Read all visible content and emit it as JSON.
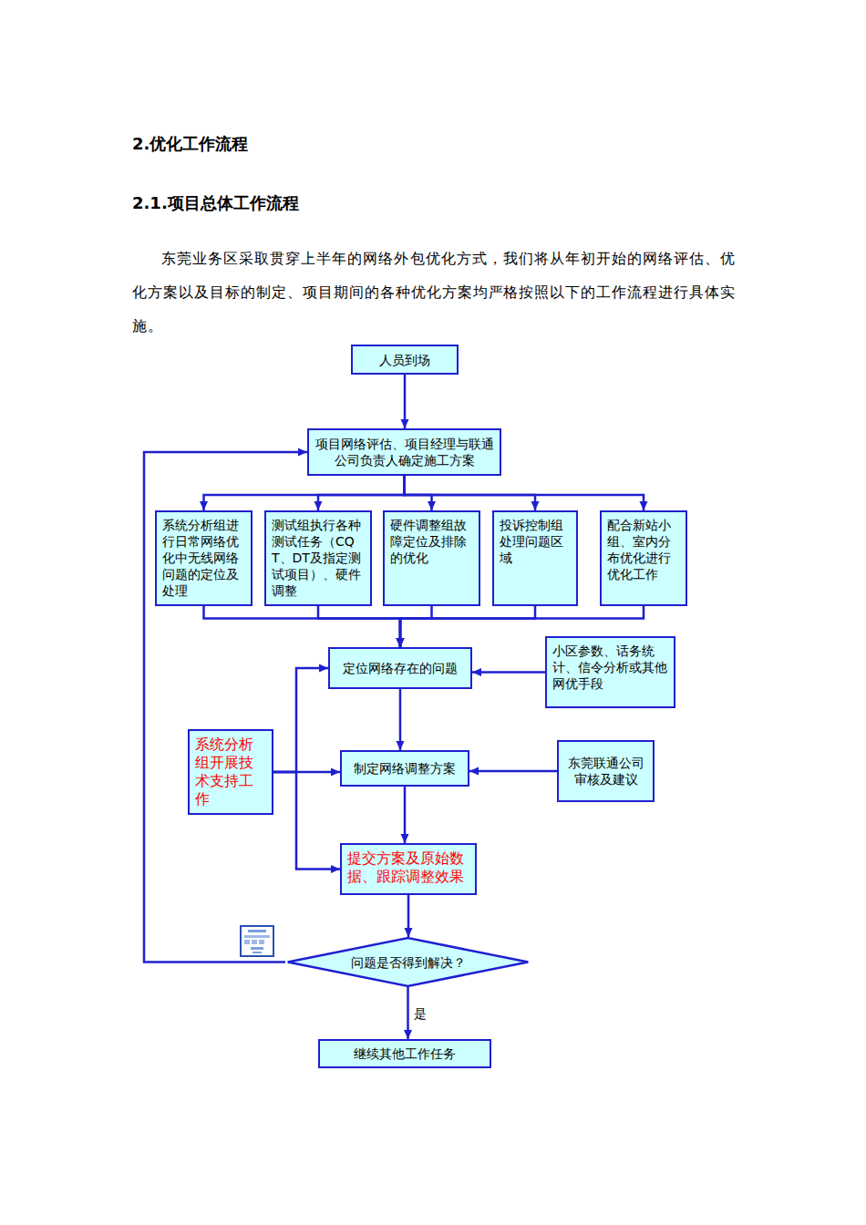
{
  "diagram": {
    "title": "2.优化工作流程",
    "nodes": [
      {
        "text": [
          "人员到场"
        ]
      },
      {
        "text": [
          "项目网络评估、项目经理与联通公司负责人确定施工方案"
        ]
      },
      {
        "text": [
          "系统分析组进行日常网络优化中无线网络问题的定位及处理"
        ]
      },
      {
        "text": [
          "测试组执行各种测试任务（CQT、DT及指定测试项目）、硬件调整"
        ]
      },
      {
        "text": [
          "硬件调整组故障定位及排除的优化"
        ]
      },
      {
        "text": [
          "投诉控制组处理问题区域"
        ]
      },
      {
        "text": [
          "配合新站小组、室内分布优化进行优化工作"
        ]
      },
      {
        "text": [
          "定位网络存在的问题"
        ]
      },
      {
        "text": [
          "小区参数、话务统计、信令分析或其他网优手段"
        ]
      },
      {
        "text": [
          "系统分析组开展技术支持工作"
        ]
      },
      {
        "text": [
          "制定网络调整方案"
        ]
      },
      {
        "text": [
          "东莞联通公司审核及建议"
        ]
      },
      {
        "text": [
          "提交方案及原始数据、跟踪调整效果"
        ]
      },
      {
        "text": [
          "问题是否得到解决？"
        ]
      },
      {
        "text": [
          "继续其他工作任务"
        ]
      }
    ],
    "edges": [
      {
        "from": 0,
        "to": 1,
        "arrow": "to"
      },
      {
        "from": 1,
        "to": 2,
        "arrow": "to"
      },
      {
        "from": 1,
        "to": 3,
        "arrow": "to"
      },
      {
        "from": 1,
        "to": 4,
        "arrow": "to"
      },
      {
        "from": 1,
        "to": 5,
        "arrow": "to"
      },
      {
        "from": 1,
        "to": 6,
        "arrow": "to"
      },
      {
        "from": 2,
        "to": 7,
        "arrow": "to"
      },
      {
        "from": 3,
        "to": 7,
        "arrow": "to"
      },
      {
        "from": 4,
        "to": 7,
        "arrow": "to"
      },
      {
        "from": 5,
        "to": 7,
        "arrow": "to"
      },
      {
        "from": 6,
        "to": 7,
        "arrow": "to"
      },
      {
        "from": 8,
        "to": 7,
        "arrow": "to"
      },
      {
        "from": 9,
        "to": 7,
        "arrow": "to"
      },
      {
        "from": 7,
        "to": 10,
        "arrow": "to"
      },
      {
        "from": 9,
        "to": 10,
        "arrow": "to"
      },
      {
        "from": 11,
        "to": 10,
        "arrow": "to"
      },
      {
        "from": 9,
        "to": 12,
        "arrow": "to"
      },
      {
        "from": 10,
        "to": 12,
        "arrow": "to"
      },
      {
        "from": 12,
        "to": 13,
        "arrow": "to"
      },
      {
        "from": 13,
        "to": 14,
        "label": "是",
        "arrow": "to"
      },
      {
        "from": 13,
        "to": 1,
        "arrow": "to"
      }
    ],
    "labels": [
      "2.1.项目总体工作流程",
      "东莞业务区采取贯穿上半年的网络外包优化方式，我们将从年初开始的网络评估、优化方案以及目标的制定、项目期间的各种优化方案均严格按照以下的工作流程进行具体实施。"
    ]
  }
}
